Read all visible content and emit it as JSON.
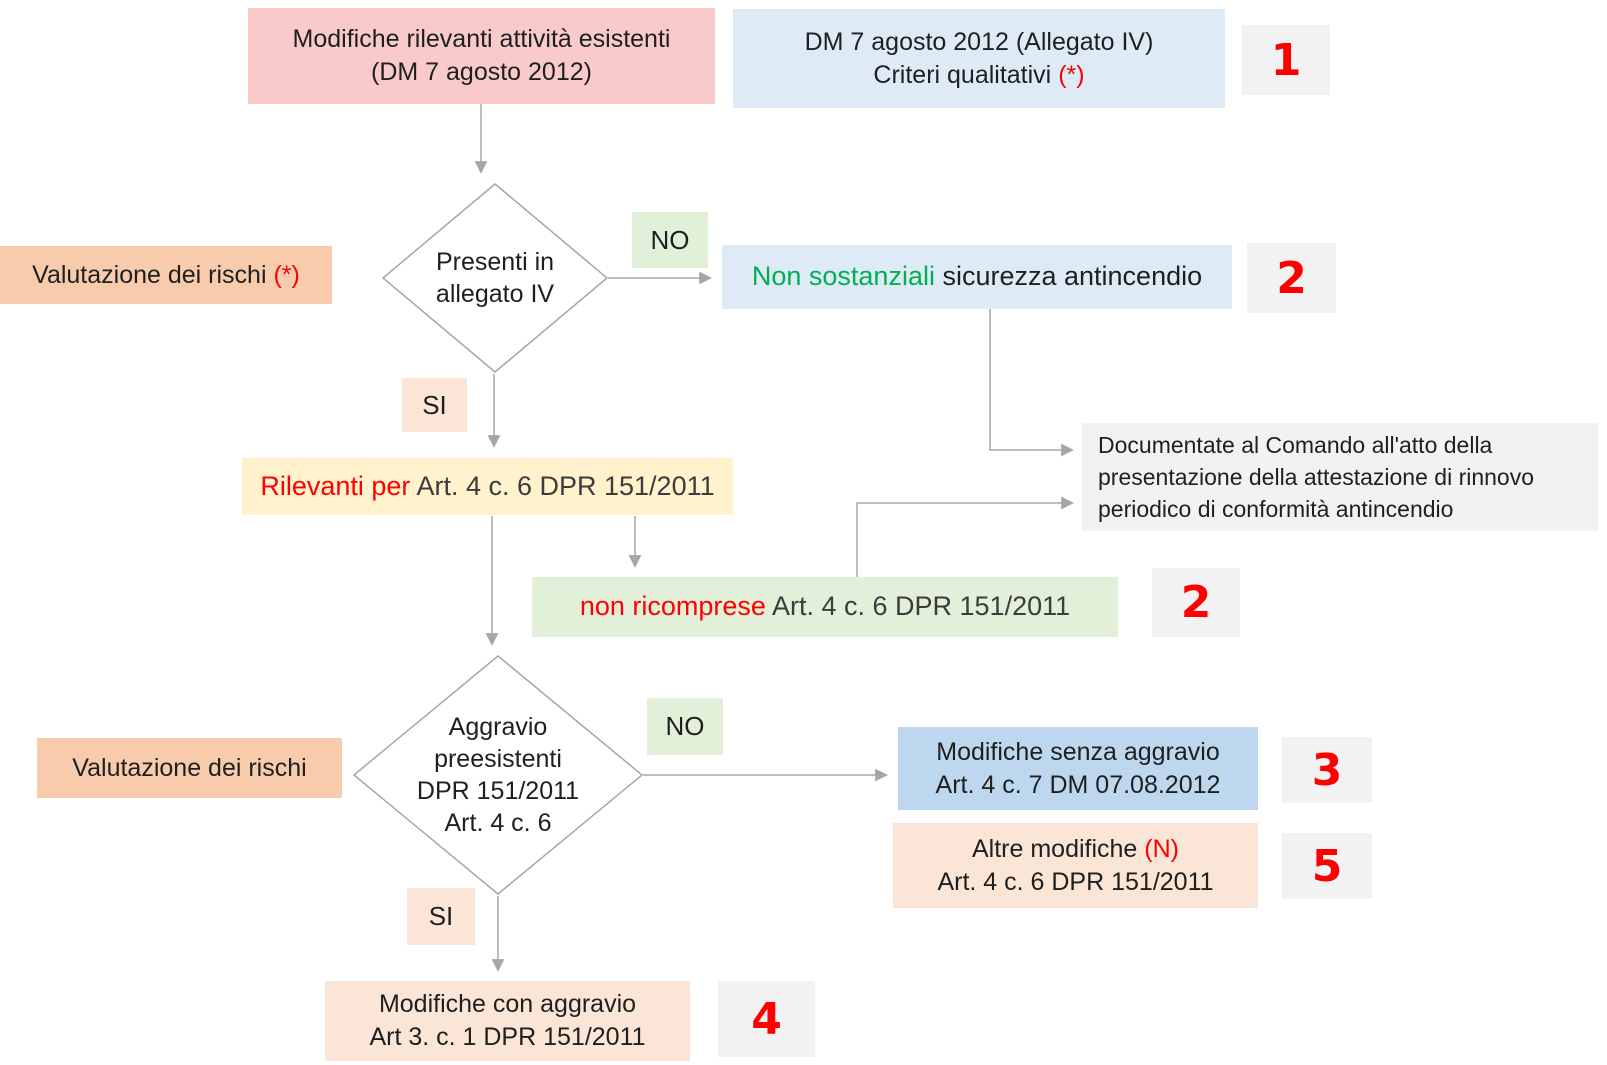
{
  "diagram": {
    "pink_box": {
      "line1": "Modifiche rilevanti attività esistenti",
      "line2": "(DM 7 agosto 2012)"
    },
    "criteria_box": {
      "line1": "DM 7 agosto 2012 (Allegato IV)",
      "line2_text": "Criteri qualitativi ",
      "line2_mark": "(*)"
    },
    "badge_1": "1",
    "risk_box_1": {
      "text": "Valutazione dei rischi ",
      "mark": "(*)"
    },
    "diamond_1": {
      "line1": "Presenti in",
      "line2": "allegato IV"
    },
    "no_1": "NO",
    "non_sostanziali_box": {
      "highlight": "Non sostanziali ",
      "rest": "sicurezza antincendio"
    },
    "badge_2a": "2",
    "si_1": "SI",
    "rilevanti_box": {
      "highlight": "Rilevanti per ",
      "rest": "Art. 4 c. 6 DPR 151/2011"
    },
    "doc_box": {
      "line1": "Documentate al Comando all'atto della",
      "line2": "presentazione della attestazione di rinnovo",
      "line3": "periodico di conformità antincendio"
    },
    "non_ricomprese_box": {
      "highlight": "non ricomprese ",
      "rest": "Art. 4 c. 6 DPR 151/2011"
    },
    "badge_2b": "2",
    "risk_box_2": {
      "text": "Valutazione dei rischi"
    },
    "diamond_2": {
      "line1": "Aggravio",
      "line2": "preesistenti",
      "line3": "DPR 151/2011",
      "line4": "Art. 4 c. 6"
    },
    "no_2": "NO",
    "senza_aggravio_box": {
      "line1": "Modifiche senza aggravio",
      "line2": "Art. 4 c. 7 DM 07.08.2012"
    },
    "badge_3": "3",
    "altre_modifiche_box": {
      "line1_text": "Altre modifiche ",
      "line1_mark": "(N)",
      "line2": "Art. 4 c. 6 DPR 151/2011"
    },
    "badge_5": "5",
    "si_2": "SI",
    "con_aggravio_box": {
      "line1": "Modifiche con aggravio",
      "line2": "Art 3. c. 1 DPR 151/2011"
    },
    "badge_4": "4"
  },
  "colors": {
    "pink": "#F8CACA",
    "light_blue": "#DEEBF7",
    "mid_blue": "#BDD7EE",
    "orange": "#F8CBAD",
    "peach": "#FBE5D6",
    "yellow": "#FFF2CC",
    "light_green": "#E2EFD9",
    "badge_gray": "#F2F2F2",
    "red_text": "#FF0000",
    "green_text": "#00B050",
    "line_gray": "#A6A6A6"
  }
}
